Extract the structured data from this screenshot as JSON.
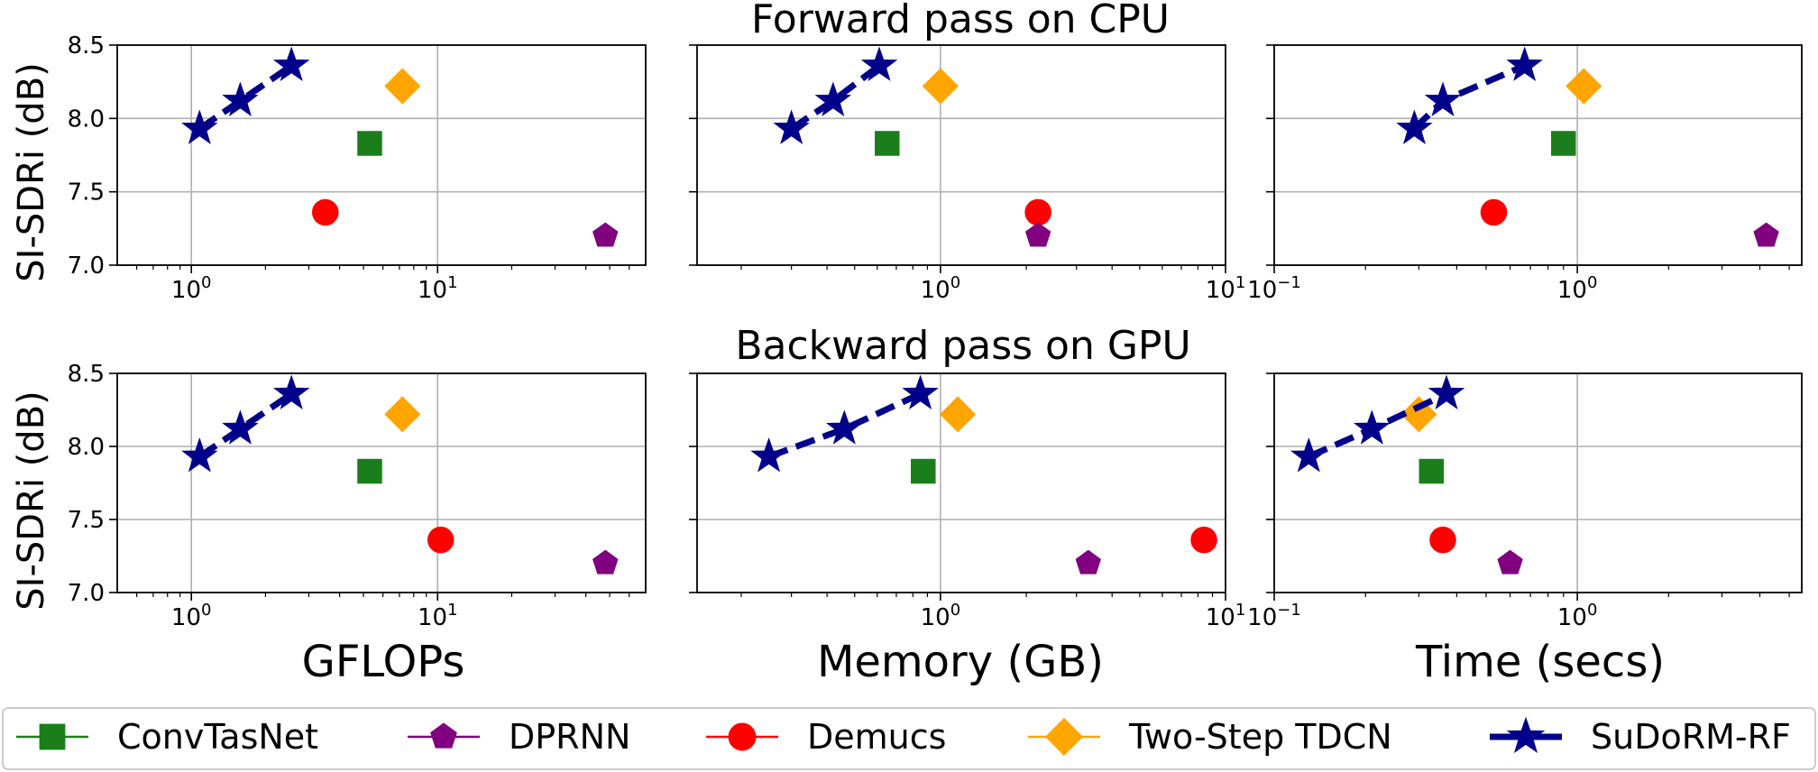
{
  "titles": {
    "top": "Forward pass on CPU",
    "bottom": "Backward pass on GPU"
  },
  "ylabel": "SI-SDRi (dB)",
  "xlabels": [
    "GFLOPs",
    "Memory (GB)",
    "Time (secs)"
  ],
  "colors": {
    "ConvTasNet": "#1a7f1a",
    "DPRNN": "#800080",
    "Demucs": "#ff0000",
    "Two-Step TDCN": "#ffa500",
    "SuDoRM-RF": "#00008b"
  },
  "legend": [
    {
      "label": "ConvTasNet",
      "marker": "square"
    },
    {
      "label": "DPRNN",
      "marker": "pentagon"
    },
    {
      "label": "Demucs",
      "marker": "circle"
    },
    {
      "label": "Two-Step TDCN",
      "marker": "diamond"
    },
    {
      "label": "SuDoRM-RF",
      "marker": "star"
    }
  ],
  "chart_data": [
    {
      "type": "scatter",
      "panel": "top-left",
      "title": "Forward pass on CPU",
      "xlabel": "",
      "ylabel": "SI-SDRi (dB)",
      "xscale": "log",
      "xlim": [
        0.5,
        70
      ],
      "ylim": [
        7.0,
        8.5
      ],
      "grid": true,
      "xticks": [
        {
          "base": "10",
          "exp": "0",
          "v": 1
        },
        {
          "base": "10",
          "exp": "1",
          "v": 10
        }
      ],
      "yticks": [
        "7.0",
        "7.5",
        "8.0",
        "8.5"
      ],
      "series": [
        {
          "name": "ConvTasNet",
          "x": [
            5.3
          ],
          "y": [
            7.83
          ]
        },
        {
          "name": "DPRNN",
          "x": [
            48
          ],
          "y": [
            7.2
          ]
        },
        {
          "name": "Demucs",
          "x": [
            3.5
          ],
          "y": [
            7.36
          ]
        },
        {
          "name": "Two-Step TDCN",
          "x": [
            7.2
          ],
          "y": [
            8.22
          ]
        },
        {
          "name": "SuDoRM-RF",
          "x": [
            1.08,
            1.58,
            2.55
          ],
          "y": [
            7.93,
            8.12,
            8.36
          ]
        }
      ]
    },
    {
      "type": "scatter",
      "panel": "top-middle",
      "title": "",
      "xlabel": "",
      "ylabel": "",
      "xscale": "log",
      "xlim": [
        0.14,
        10
      ],
      "ylim": [
        7.0,
        8.5
      ],
      "grid": true,
      "xticks": [
        {
          "base": "10",
          "exp": "0",
          "v": 1
        },
        {
          "base": "10",
          "exp": "1",
          "v": 10
        }
      ],
      "yticks": [],
      "series": [
        {
          "name": "ConvTasNet",
          "x": [
            0.65
          ],
          "y": [
            7.83
          ]
        },
        {
          "name": "DPRNN",
          "x": [
            2.2
          ],
          "y": [
            7.2
          ]
        },
        {
          "name": "Demucs",
          "x": [
            2.2
          ],
          "y": [
            7.36
          ]
        },
        {
          "name": "Two-Step TDCN",
          "x": [
            1.0
          ],
          "y": [
            8.22
          ]
        },
        {
          "name": "SuDoRM-RF",
          "x": [
            0.3,
            0.42,
            0.61
          ],
          "y": [
            7.93,
            8.12,
            8.36
          ]
        }
      ]
    },
    {
      "type": "scatter",
      "panel": "top-right",
      "title": "",
      "xlabel": "",
      "ylabel": "",
      "xscale": "log",
      "xlim": [
        0.1,
        5.5
      ],
      "ylim": [
        7.0,
        8.5
      ],
      "grid": true,
      "xticks": [
        {
          "base": "10",
          "exp": "−1",
          "v": 0.1
        },
        {
          "base": "10",
          "exp": "0",
          "v": 1
        }
      ],
      "yticks": [],
      "series": [
        {
          "name": "ConvTasNet",
          "x": [
            0.9
          ],
          "y": [
            7.83
          ]
        },
        {
          "name": "DPRNN",
          "x": [
            4.2
          ],
          "y": [
            7.2
          ]
        },
        {
          "name": "Demucs",
          "x": [
            0.53
          ],
          "y": [
            7.36
          ]
        },
        {
          "name": "Two-Step TDCN",
          "x": [
            1.05
          ],
          "y": [
            8.22
          ]
        },
        {
          "name": "SuDoRM-RF",
          "x": [
            0.29,
            0.36,
            0.67
          ],
          "y": [
            7.93,
            8.12,
            8.36
          ]
        }
      ]
    },
    {
      "type": "scatter",
      "panel": "bottom-left",
      "title": "Backward pass on GPU",
      "xlabel": "GFLOPs",
      "ylabel": "SI-SDRi (dB)",
      "xscale": "log",
      "xlim": [
        0.5,
        70
      ],
      "ylim": [
        7.0,
        8.5
      ],
      "grid": true,
      "xticks": [
        {
          "base": "10",
          "exp": "0",
          "v": 1
        },
        {
          "base": "10",
          "exp": "1",
          "v": 10
        }
      ],
      "yticks": [
        "7.0",
        "7.5",
        "8.0",
        "8.5"
      ],
      "series": [
        {
          "name": "ConvTasNet",
          "x": [
            5.3
          ],
          "y": [
            7.83
          ]
        },
        {
          "name": "DPRNN",
          "x": [
            48
          ],
          "y": [
            7.2
          ]
        },
        {
          "name": "Demucs",
          "x": [
            10.3
          ],
          "y": [
            7.36
          ]
        },
        {
          "name": "Two-Step TDCN",
          "x": [
            7.2
          ],
          "y": [
            8.22
          ]
        },
        {
          "name": "SuDoRM-RF",
          "x": [
            1.08,
            1.58,
            2.55
          ],
          "y": [
            7.93,
            8.12,
            8.36
          ]
        }
      ]
    },
    {
      "type": "scatter",
      "panel": "bottom-middle",
      "title": "",
      "xlabel": "Memory (GB)",
      "ylabel": "",
      "xscale": "log",
      "xlim": [
        0.14,
        10
      ],
      "ylim": [
        7.0,
        8.5
      ],
      "grid": true,
      "xticks": [
        {
          "base": "10",
          "exp": "0",
          "v": 1
        },
        {
          "base": "10",
          "exp": "1",
          "v": 10
        }
      ],
      "yticks": [],
      "series": [
        {
          "name": "ConvTasNet",
          "x": [
            0.87
          ],
          "y": [
            7.83
          ]
        },
        {
          "name": "DPRNN",
          "x": [
            3.3
          ],
          "y": [
            7.2
          ]
        },
        {
          "name": "Demucs",
          "x": [
            8.4
          ],
          "y": [
            7.36
          ]
        },
        {
          "name": "Two-Step TDCN",
          "x": [
            1.15
          ],
          "y": [
            8.22
          ]
        },
        {
          "name": "SuDoRM-RF",
          "x": [
            0.25,
            0.46,
            0.85
          ],
          "y": [
            7.93,
            8.12,
            8.36
          ]
        }
      ]
    },
    {
      "type": "scatter",
      "panel": "bottom-right",
      "title": "",
      "xlabel": "Time (secs)",
      "ylabel": "",
      "xscale": "log",
      "xlim": [
        0.1,
        5.5
      ],
      "ylim": [
        7.0,
        8.5
      ],
      "grid": true,
      "xticks": [
        {
          "base": "10",
          "exp": "−1",
          "v": 0.1
        },
        {
          "base": "10",
          "exp": "0",
          "v": 1
        }
      ],
      "yticks": [],
      "series": [
        {
          "name": "ConvTasNet",
          "x": [
            0.33
          ],
          "y": [
            7.83
          ]
        },
        {
          "name": "DPRNN",
          "x": [
            0.6
          ],
          "y": [
            7.2
          ]
        },
        {
          "name": "Demucs",
          "x": [
            0.36
          ],
          "y": [
            7.36
          ]
        },
        {
          "name": "Two-Step TDCN",
          "x": [
            0.3
          ],
          "y": [
            8.22
          ]
        },
        {
          "name": "SuDoRM-RF",
          "x": [
            0.13,
            0.21,
            0.37
          ],
          "y": [
            7.93,
            8.12,
            8.36
          ]
        }
      ]
    }
  ]
}
